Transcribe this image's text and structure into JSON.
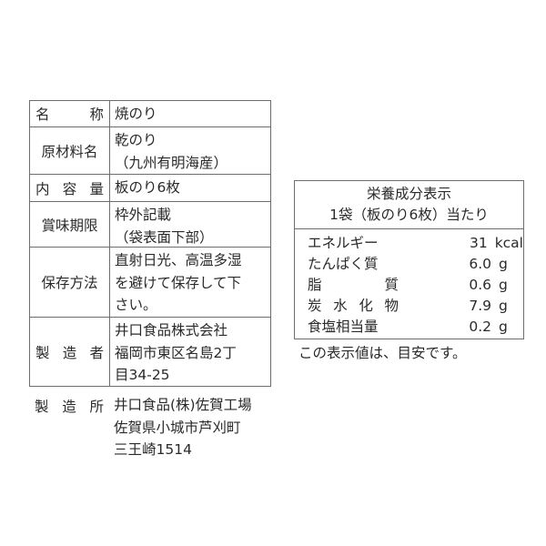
{
  "label_table": {
    "rows": [
      {
        "label_chars": [
          "名",
          "称"
        ],
        "label": "名称",
        "lines": [
          "焼のり"
        ]
      },
      {
        "label_chars": [
          "原材料名"
        ],
        "label": "原材料名",
        "lines": [
          "乾のり",
          "（九州有明海産）"
        ]
      },
      {
        "label_chars": [
          "内",
          "容",
          "量"
        ],
        "label": "内容量",
        "lines": [
          "板のり6枚"
        ]
      },
      {
        "label_chars": [
          "賞味期限"
        ],
        "label": "賞味期限",
        "lines": [
          "枠外記載",
          "（袋表面下部）"
        ]
      },
      {
        "label_chars": [
          "保存方法"
        ],
        "label": "保存方法",
        "lines": [
          "直射日光、高温多湿",
          "を避けて保存して下",
          "さい。"
        ]
      },
      {
        "label_chars": [
          "製",
          "造",
          "者"
        ],
        "label": "製造者",
        "lines": [
          "井口食品株式会社",
          "福岡市東区名島2丁",
          "目34-25"
        ]
      }
    ]
  },
  "manufacturing_site": {
    "label_chars": [
      "製",
      "造",
      "所"
    ],
    "label": "製造所",
    "lines": [
      "井口食品(株)佐賀工場",
      "佐賀県小城市芦刈町",
      "三王崎1514"
    ]
  },
  "nutrition": {
    "title": "栄養成分表示",
    "serving": "1袋（板のり6枚）当たり",
    "items": [
      {
        "name_chars": [
          "エネルギー"
        ],
        "name": "エネルギー",
        "amount": "31",
        "unit": "kcal"
      },
      {
        "name_chars": [
          "たんぱく質"
        ],
        "name": "たんぱく質",
        "amount": "6.0",
        "unit": "g"
      },
      {
        "name_chars": [
          "脂",
          "質"
        ],
        "name": "脂質",
        "amount": "0.6",
        "unit": "g"
      },
      {
        "name_chars": [
          "炭",
          "水",
          "化",
          "物"
        ],
        "name": "炭水化物",
        "amount": "7.9",
        "unit": "g"
      },
      {
        "name_chars": [
          "食塩相当量"
        ],
        "name": "食塩相当量",
        "amount": "0.2",
        "unit": "g"
      }
    ],
    "note": "この表示値は、目安です。"
  }
}
